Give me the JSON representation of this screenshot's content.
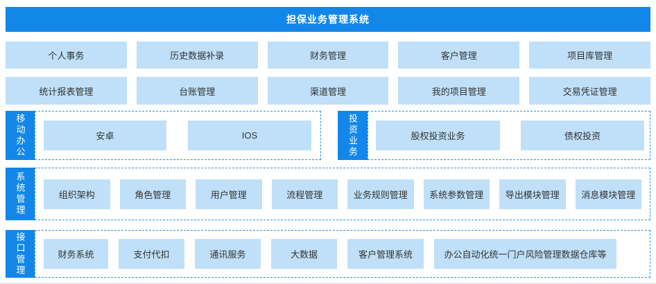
{
  "colors": {
    "accent": "#1287e9",
    "tile": "#bfe0f8",
    "tile_text": "#333333",
    "dashed_border": "#2f8fe8"
  },
  "banner": {
    "title": "担保业务管理系统"
  },
  "rows": [
    {
      "items": [
        "个人事务",
        "历史数据补录",
        "财务管理",
        "客户管理",
        "项目库管理"
      ]
    },
    {
      "items": [
        "统计报表管理",
        "台账管理",
        "渠道管理",
        "我的项目管理",
        "交易凭证管理"
      ]
    }
  ],
  "sections": [
    {
      "label": "移动办公",
      "items": [
        "安卓",
        "IOS"
      ]
    },
    {
      "label": "投资业务",
      "items": [
        "股权投资业务",
        "债权投资"
      ]
    },
    {
      "label": "系统管理",
      "items": [
        "组织架构",
        "角色管理",
        "用户管理",
        "流程管理",
        "业务规则管理",
        "系统参数管理",
        "导出模块管理",
        "消息模块管理"
      ]
    },
    {
      "label": "接口管理",
      "items": [
        "财务系统",
        "支付代扣",
        "通讯服务",
        "大数据",
        "客户管理系统",
        "办公自动化统一门户风险管理数据仓库等"
      ]
    }
  ]
}
